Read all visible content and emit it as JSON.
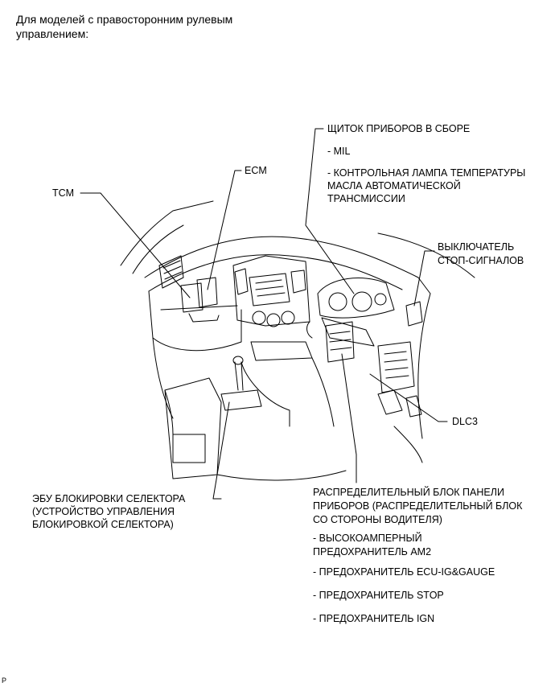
{
  "header": {
    "line1": "Для моделей с правосторонним рулевым",
    "line2": "управлением:"
  },
  "labels": {
    "tcm": "TCM",
    "ecm": "ECM",
    "cluster_title": "ЩИТОК ПРИБОРОВ В СБОРЕ",
    "cluster_item1": "- MIL",
    "cluster_item2_l1": "- КОНТРОЛЬНАЯ ЛАМПА ТЕМПЕРАТУРЫ",
    "cluster_item2_l2": "МАСЛА АВТОМАТИЧЕСКОЙ",
    "cluster_item2_l3": "ТРАНСМИССИИ",
    "stop_l1": "ВЫКЛЮЧАТЕЛЬ",
    "stop_l2": "СТОП-СИГНАЛОВ",
    "dlc3": "DLC3",
    "shift_l1": "ЭБУ БЛОКИРОВКИ СЕЛЕКТОРА",
    "shift_l2": "(УСТРОЙСТВО УПРАВЛЕНИЯ",
    "shift_l3": "БЛОКИРОВКОЙ СЕЛЕКТОРА)",
    "jb_l1": "РАСПРЕДЕЛИТЕЛЬНЫЙ БЛОК ПАНЕЛИ",
    "jb_l2": "ПРИБОРОВ (РАСПРЕДЕЛИТЕЛЬНЫЙ БЛОК",
    "jb_l3": "СО СТОРОНЫ ВОДИТЕЛЯ)",
    "fuse1_l1": "- ВЫСОКОАМПЕРНЫЙ",
    "fuse1_l2": "ПРЕДОХРАНИТЕЛЬ AM2",
    "fuse2": "- ПРЕДОХРАНИТЕЛЬ ECU-IG&GAUGE",
    "fuse3": "- ПРЕДОХРАНИТЕЛЬ STOP",
    "fuse4": "- ПРЕДОХРАНИТЕЛЬ IGN"
  },
  "corner_code": "P"
}
